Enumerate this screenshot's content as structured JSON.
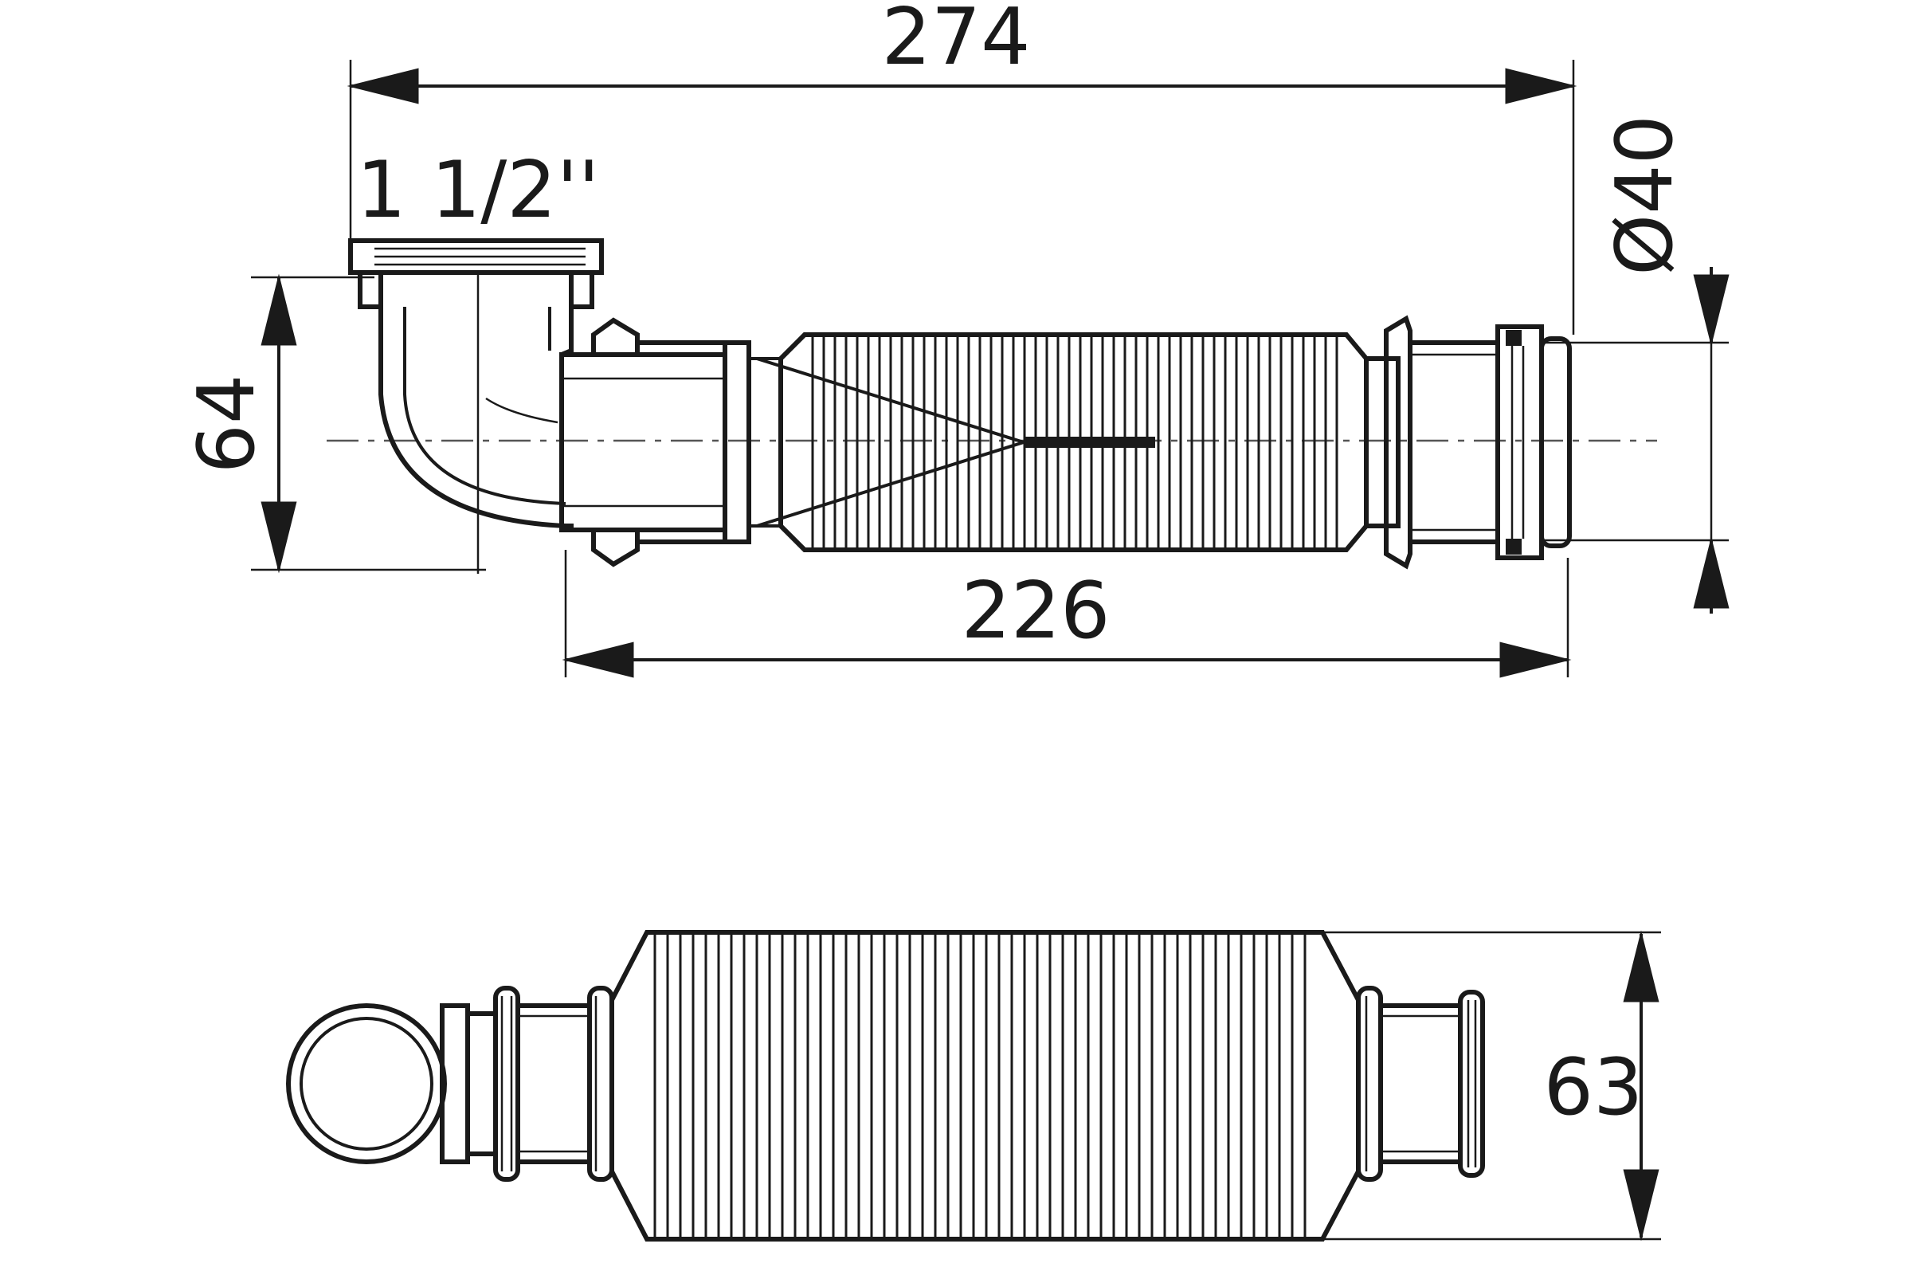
{
  "dimensions": {
    "overall_length": "274",
    "thread_size": "1 1/2''",
    "height": "64",
    "diameter": "Ø40",
    "hose_length": "226",
    "width": "63"
  },
  "colors": {
    "line": "#1a1a1a",
    "background": "#ffffff"
  }
}
